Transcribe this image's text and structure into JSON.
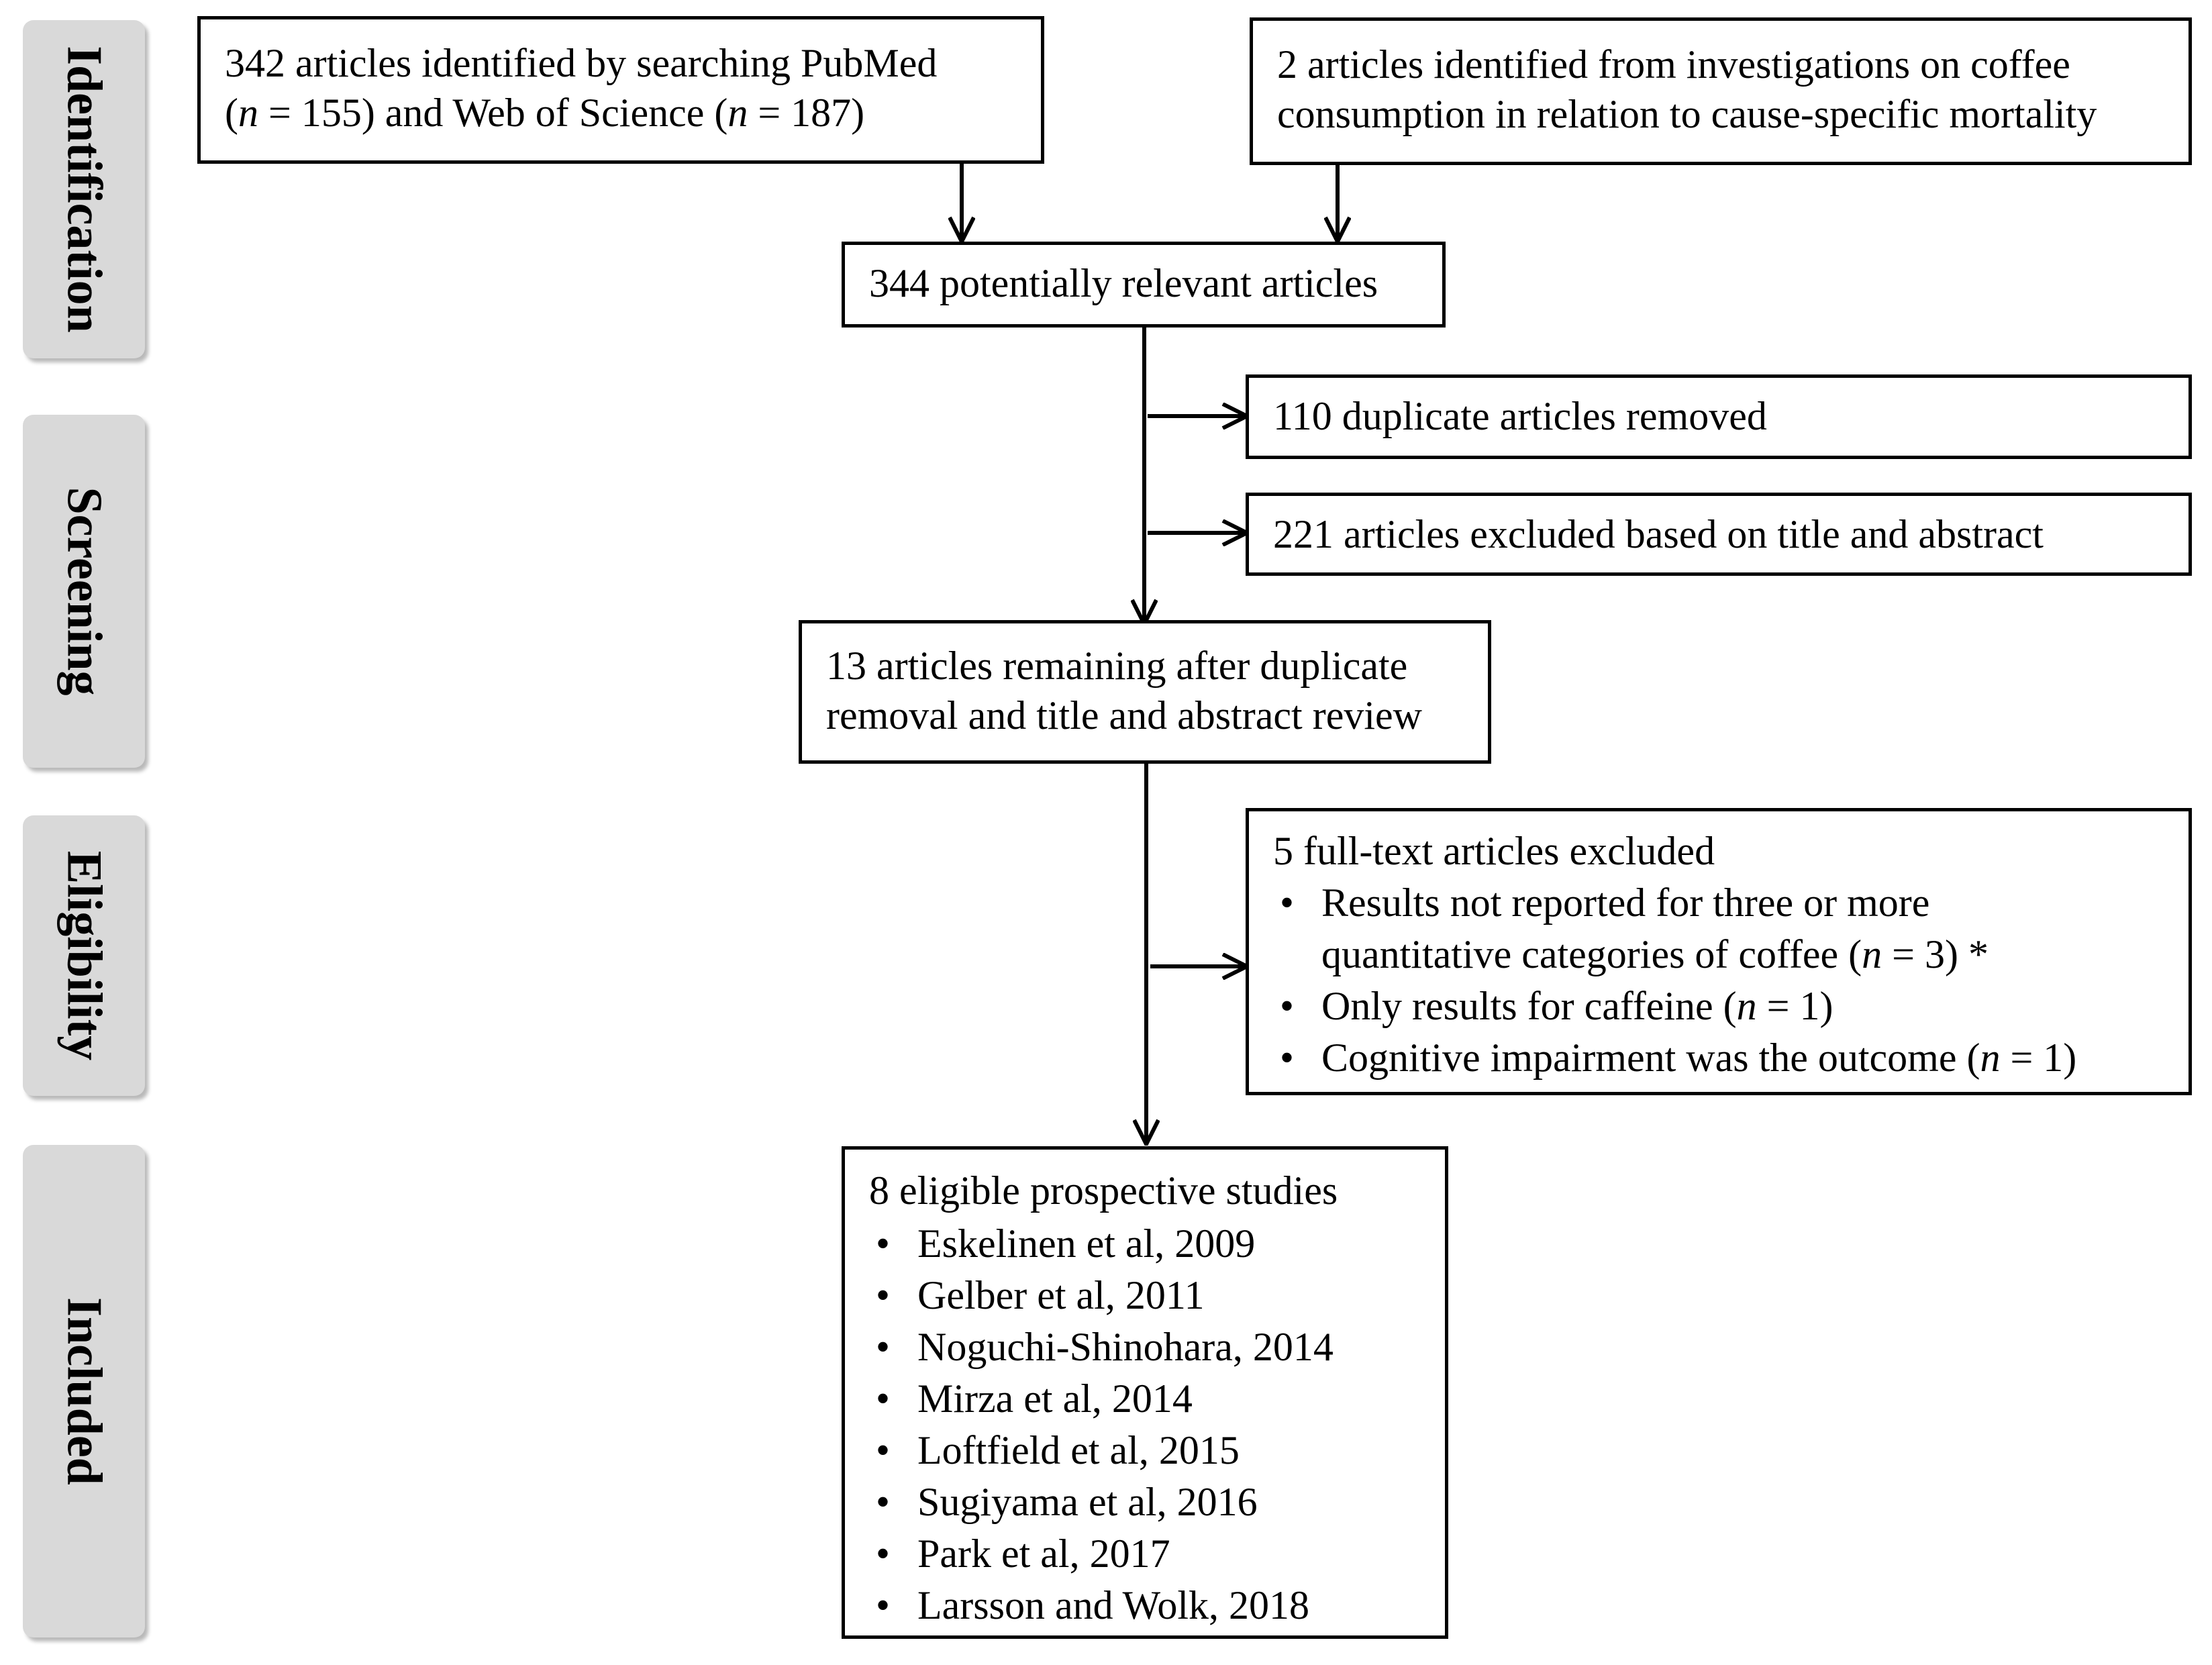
{
  "stages": {
    "identification": "Identification",
    "screening": "Screening",
    "eligibility": "Eligibility",
    "included": "Included"
  },
  "boxes": {
    "search": {
      "line1": "342 articles identified by searching PubMed",
      "line2_open": "(",
      "line2_n1_italic": "n",
      "line2_mid": " = 155) and Web of Science (",
      "line2_n2_italic": "n",
      "line2_end": " = 187)"
    },
    "other_source": {
      "line1": "2 articles identified from investigations on coffee",
      "line2": "consumption in relation to cause-specific mortality"
    },
    "potential": {
      "text": "344 potentially relevant articles"
    },
    "duplicates": {
      "text": "110 duplicate articles removed"
    },
    "title_abstract": {
      "text": "221 articles excluded based on title and abstract"
    },
    "remaining": {
      "line1": "13 articles remaining after duplicate",
      "line2": "removal and title and abstract review"
    },
    "fulltext_excluded": {
      "title": "5 full-text articles excluded",
      "reasons": [
        {
          "line1": "Results not reported for three or more",
          "line2": "quantitative categories of coffee (",
          "n": "n",
          "tail": " = 3) *"
        },
        {
          "text": "Only results for caffeine (",
          "n": "n",
          "tail": " = 1)"
        },
        {
          "text": "Cognitive impairment was the outcome (",
          "n": "n",
          "tail": " = 1)"
        }
      ]
    },
    "included": {
      "title": "8 eligible prospective studies",
      "studies": [
        "Eskelinen et al, 2009",
        "Gelber et al, 2011",
        "Noguchi-Shinohara, 2014",
        "Mirza et al, 2014",
        "Loftfield et al, 2015",
        "Sugiyama et al, 2016",
        "Park et al, 2017",
        "Larsson and Wolk, 2018"
      ]
    }
  }
}
